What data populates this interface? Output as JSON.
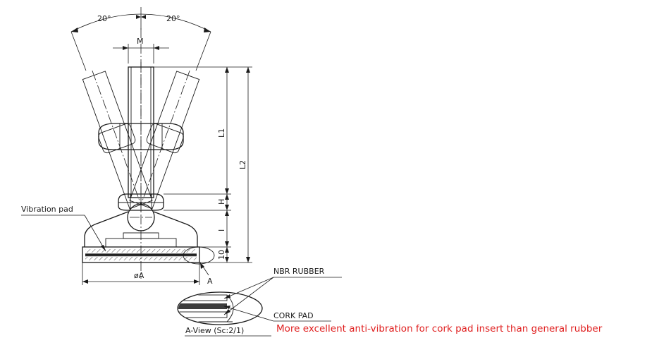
{
  "labels": {
    "angle_left": "20°",
    "angle_right": "20°",
    "thread": "M",
    "l1": "L1",
    "l2": "L2",
    "h": "H",
    "i": "I",
    "ten": "10",
    "diameter": "øA",
    "view_marker": "A",
    "vibration_pad": "Vibration pad",
    "nbr_rubber": "NBR RUBBER",
    "cork_pad": "CORK PAD",
    "a_view": "A-View (Sc:2/1)"
  },
  "note": "More excellent anti-vibration for cork pad insert than general rubber",
  "colors": {
    "line": "#1a1a1a",
    "note": "#e02020",
    "background": "#ffffff"
  }
}
